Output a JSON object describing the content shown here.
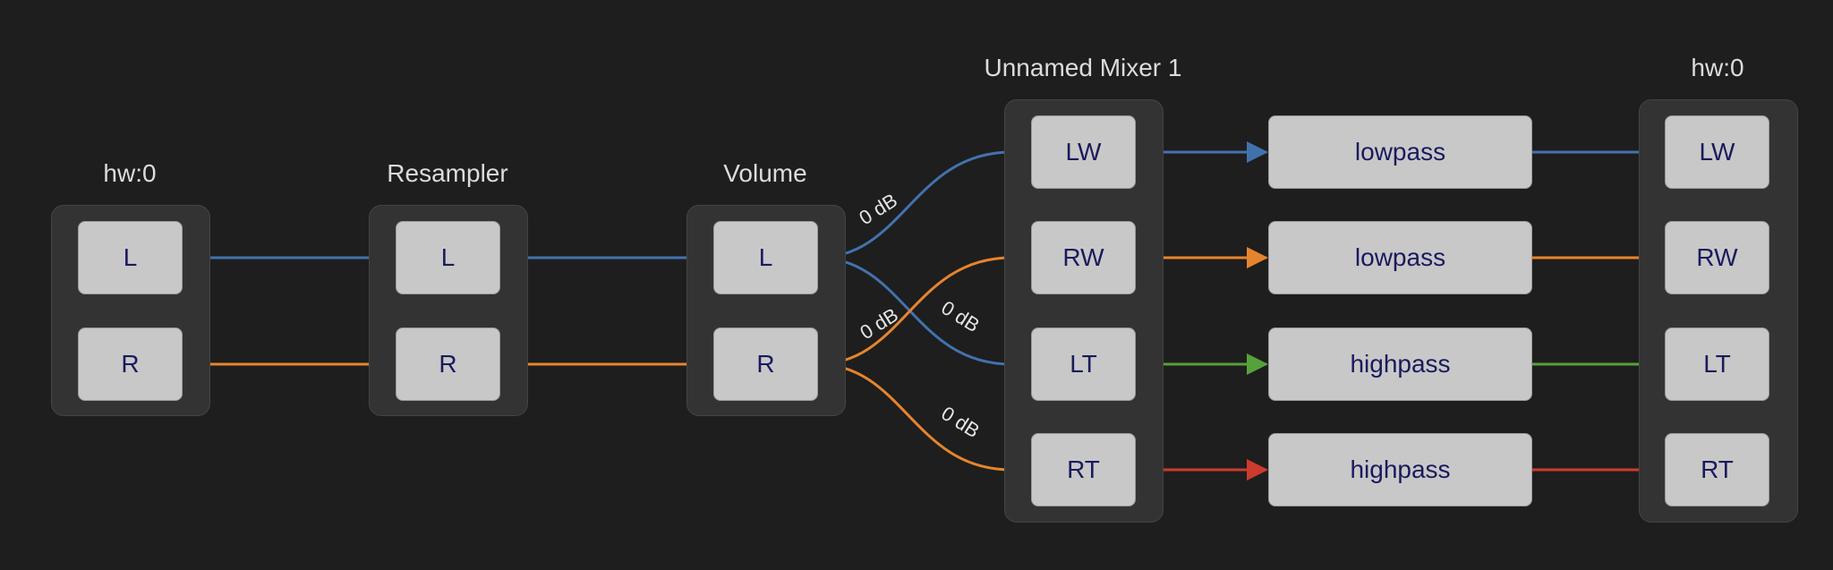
{
  "colors": {
    "left": "#4272ad",
    "right": "#e6842e",
    "lt": "#56a23a",
    "rt": "#cc3b2e"
  },
  "groups": {
    "hw_in": {
      "title": "hw:0",
      "ports": [
        "L",
        "R"
      ]
    },
    "resampler": {
      "title": "Resampler",
      "ports": [
        "L",
        "R"
      ]
    },
    "volume": {
      "title": "Volume",
      "ports": [
        "L",
        "R"
      ]
    },
    "mixer": {
      "title": "Unnamed Mixer 1",
      "ports": [
        "LW",
        "RW",
        "LT",
        "RT"
      ]
    },
    "hw_out": {
      "title": "hw:0",
      "ports": [
        "LW",
        "RW",
        "LT",
        "RT"
      ]
    }
  },
  "filters": [
    "lowpass",
    "lowpass",
    "highpass",
    "highpass"
  ],
  "gains": [
    "0 dB",
    "0 dB",
    "0 dB",
    "0 dB"
  ]
}
